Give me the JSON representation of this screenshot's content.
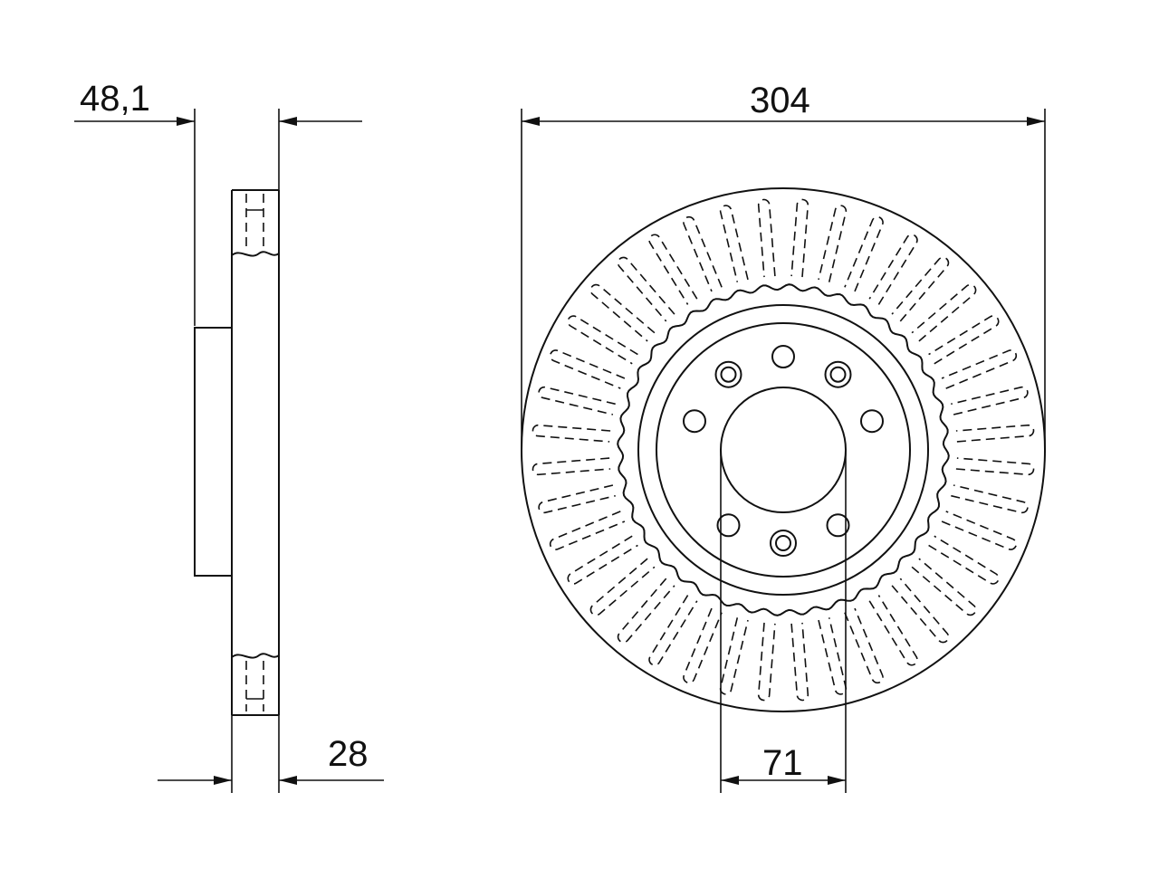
{
  "dimensions": {
    "hat_height": "48,1",
    "thickness": "28",
    "diameter": "304",
    "center_bore": "71"
  },
  "drawing": {
    "vent_count": 40,
    "bolt_holes": 5,
    "bolt_holes_plain": 5
  },
  "colors": {
    "line": "#111111",
    "background": "#ffffff"
  }
}
